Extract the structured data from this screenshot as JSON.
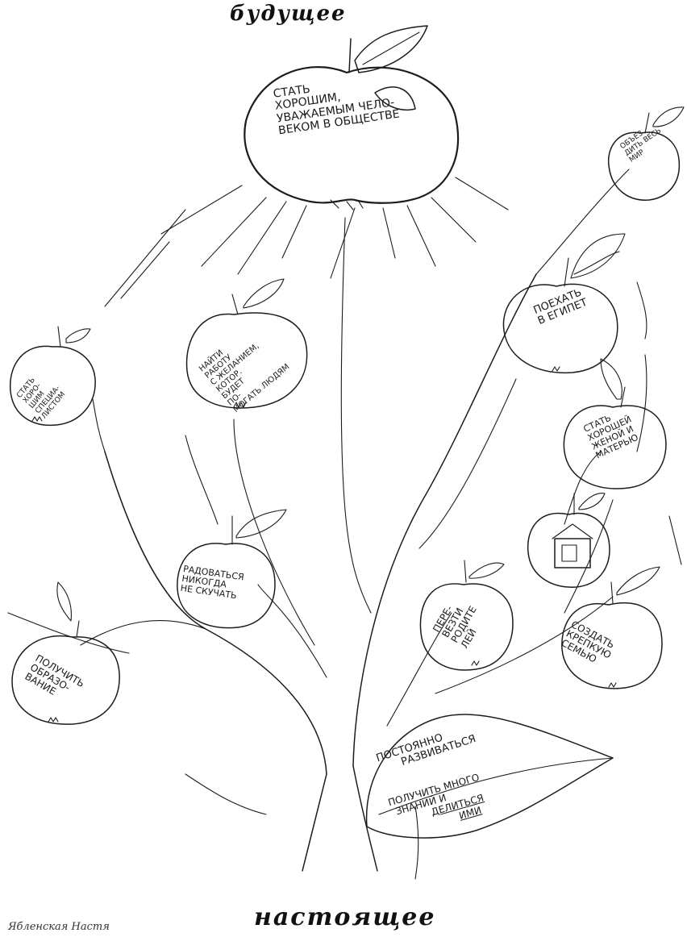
{
  "titles": {
    "future": "будущее",
    "present": "настоящее",
    "signature": "Ябленская Настя"
  },
  "apples": {
    "top": [
      "стать",
      "хорошим,",
      "уважаемым чело-",
      "веком в обществе"
    ],
    "world": [
      "объез",
      "дить весь",
      "мир"
    ],
    "egypt": [
      "поехать",
      "в египет"
    ],
    "wife": [
      "стать",
      "хорошей",
      "женой и",
      "матерью"
    ],
    "family": [
      "создать",
      "крепкую",
      "семью"
    ],
    "parents": [
      "пере-",
      "везти",
      "родите",
      "лей"
    ],
    "rejoice": [
      "радоваться",
      "никогда",
      "не скучать"
    ],
    "work": [
      "найти",
      "работу",
      "с желанием,",
      "котор.",
      "будет",
      "по-",
      "могать людям"
    ],
    "specialist": [
      "стать",
      "хоро-",
      "шим",
      "специа-",
      "листом"
    ],
    "education": [
      "получить",
      "образо-",
      "вание"
    ]
  },
  "leaf": {
    "line1": "постоянно",
    "line2": "развиваться",
    "line3": "получить много",
    "line4": "знаний и",
    "line5": "делиться",
    "line6": "ими"
  }
}
